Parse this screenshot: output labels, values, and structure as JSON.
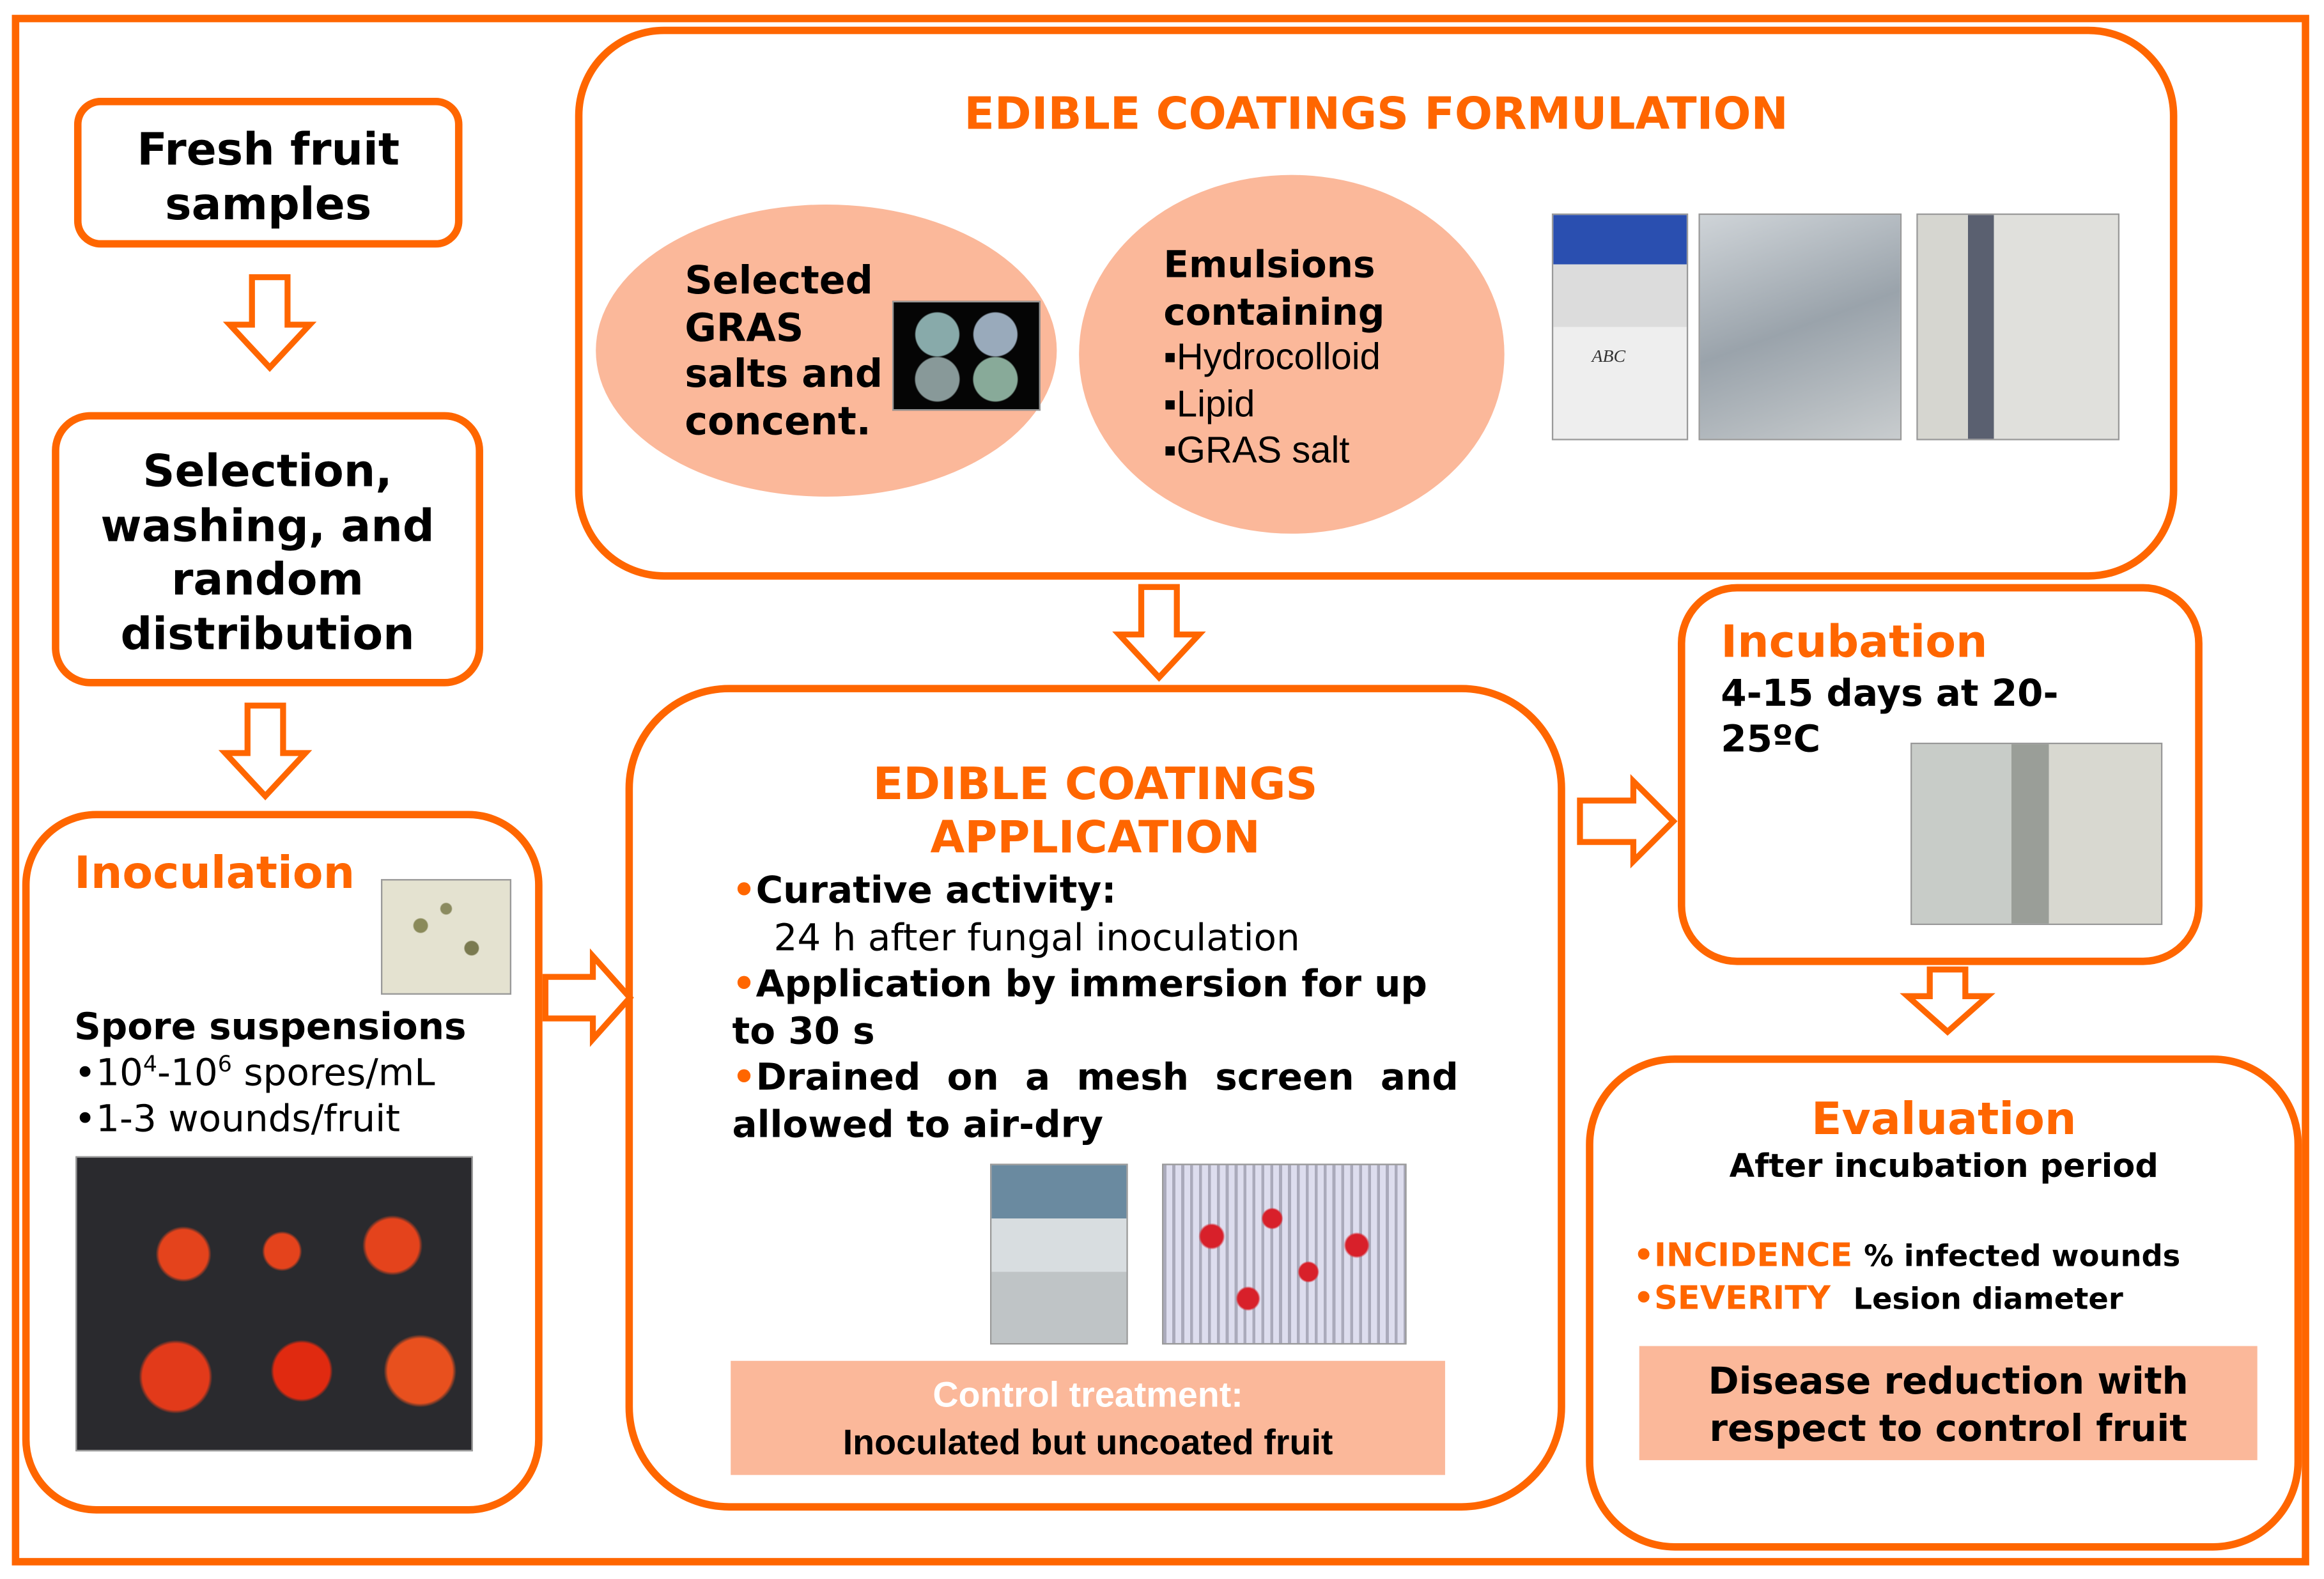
{
  "colors": {
    "accent": "#FF6600",
    "peach": "#FBB89A"
  },
  "fresh_fruit": {
    "line1": "Fresh fruit",
    "line2": "samples"
  },
  "selection": {
    "lines": [
      "Selection,",
      "washing, and",
      "random",
      "distribution"
    ]
  },
  "inoculation": {
    "title": "Inoculation",
    "subtitle": "Spore suspensions",
    "bullet1_a": "•10",
    "bullet1_sup1": "4",
    "bullet1_b": "-10",
    "bullet1_sup2": "6",
    "bullet1_c": " spores/mL",
    "bullet2": "•1-3 wounds/fruit"
  },
  "formulation": {
    "title": "EDIBLE COATINGS FORMULATION",
    "ellipse1": [
      "Selected",
      "GRAS",
      "salts and",
      "concent."
    ],
    "ellipse2_title": [
      "Emulsions",
      "containing"
    ],
    "ellipse2_items": [
      "▪Hydrocolloid",
      "▪Lipid",
      "▪GRAS salt"
    ],
    "bottle_label": "ABC"
  },
  "application": {
    "title1": "EDIBLE COATINGS",
    "title2": "APPLICATION",
    "bullet": "•",
    "b1": "Curative activity:",
    "b1_detail": "24 h after fungal inoculation",
    "b2": "Application by immersion for up to 30 s",
    "b3": "Drained on a mesh screen and allowed to air-dry",
    "control_title": "Control treatment:",
    "control_text": "Inoculated but uncoated fruit"
  },
  "incubation": {
    "title": "Incubation",
    "text": "4-15 days at 20-25ºC"
  },
  "evaluation": {
    "title": "Evaluation",
    "subtitle": "After incubation period",
    "bullet": "•",
    "incidence": "INCIDENCE",
    "incidence_text": "% infected wounds",
    "severity": "SEVERITY",
    "severity_text": "Lesion diameter",
    "result": "Disease reduction with respect to control fruit"
  }
}
